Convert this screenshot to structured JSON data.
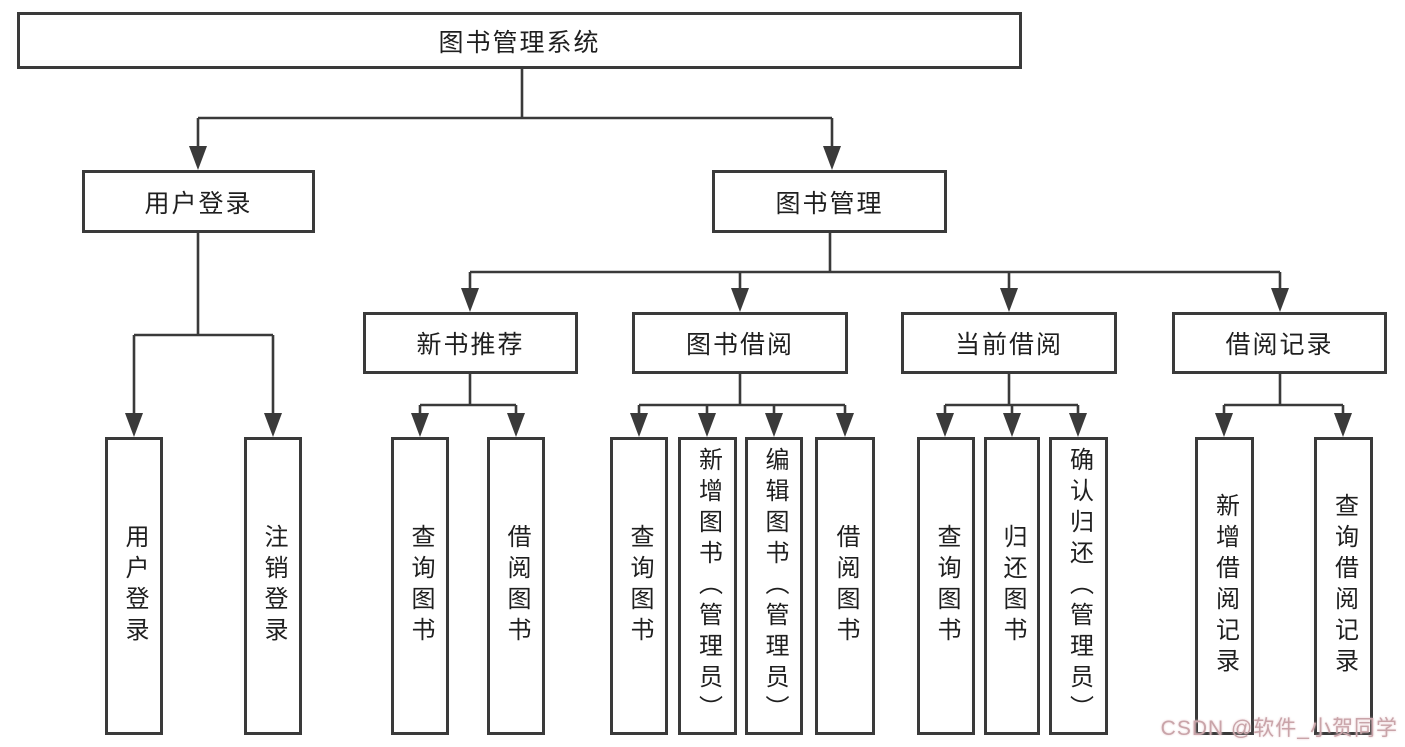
{
  "diagram": {
    "type": "hierarchy-tree",
    "colors": {
      "line": "#3a3a3a",
      "box_border": "#3a3a3a",
      "box_fill": "#ffffff",
      "text": "#1f1f1f",
      "watermark": "#c9a4a9",
      "background": "#ffffff"
    },
    "tree": {
      "root": {
        "label": "图书管理系统"
      },
      "level2": [
        {
          "label": "用户登录",
          "children": [
            {
              "label": "用户登录"
            },
            {
              "label": "注销登录"
            }
          ]
        },
        {
          "label": "图书管理",
          "children": [
            {
              "label": "新书推荐",
              "children": [
                {
                  "label": "查询图书"
                },
                {
                  "label": "借阅图书"
                }
              ]
            },
            {
              "label": "图书借阅",
              "children": [
                {
                  "label": "查询图书"
                },
                {
                  "label": "新增图书（管理员）"
                },
                {
                  "label": "编辑图书（管理员）"
                },
                {
                  "label": "借阅图书"
                }
              ]
            },
            {
              "label": "当前借阅",
              "children": [
                {
                  "label": "查询图书"
                },
                {
                  "label": "归还图书"
                },
                {
                  "label": "确认归还（管理员）"
                }
              ]
            },
            {
              "label": "借阅记录",
              "children": [
                {
                  "label": "新增借阅记录"
                },
                {
                  "label": "查询借阅记录"
                }
              ]
            }
          ]
        }
      ]
    },
    "watermark": "CSDN @软件_小贺同学"
  }
}
